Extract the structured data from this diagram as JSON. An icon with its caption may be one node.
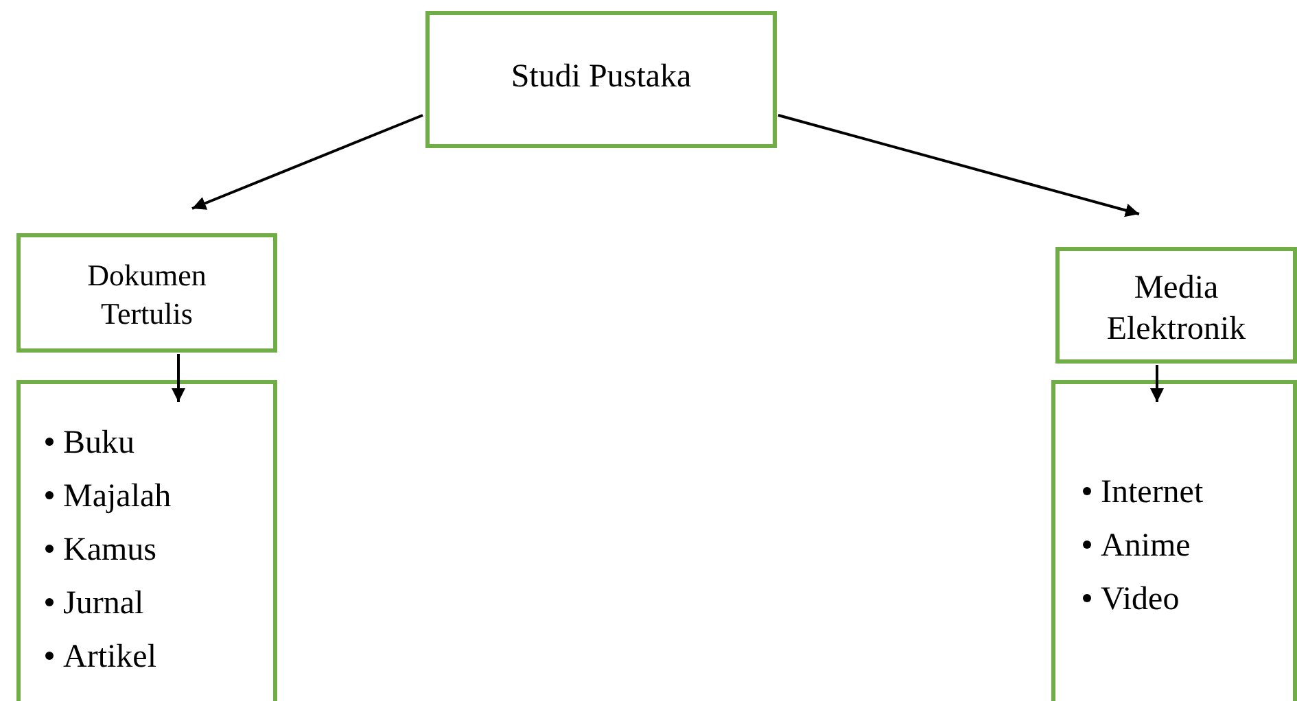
{
  "diagram": {
    "nodes": [
      {
        "text": [
          "Studi Pustaka"
        ]
      },
      {
        "text": [
          "Dokumen Tertulis"
        ]
      },
      {
        "text": [
          "Buku",
          "Majalah",
          "Kamus",
          "Jurnal",
          "Artikel"
        ]
      },
      {
        "text": [
          "Media Elektronik"
        ]
      },
      {
        "text": [
          "Internet",
          "Anime",
          "Video"
        ]
      }
    ],
    "edges": [
      {
        "from": 0,
        "to": 1,
        "arrow": "to"
      },
      {
        "from": 0,
        "to": 3,
        "arrow": "to"
      },
      {
        "from": 1,
        "to": 2,
        "arrow": "to"
      },
      {
        "from": 3,
        "to": 4,
        "arrow": "to"
      }
    ]
  }
}
